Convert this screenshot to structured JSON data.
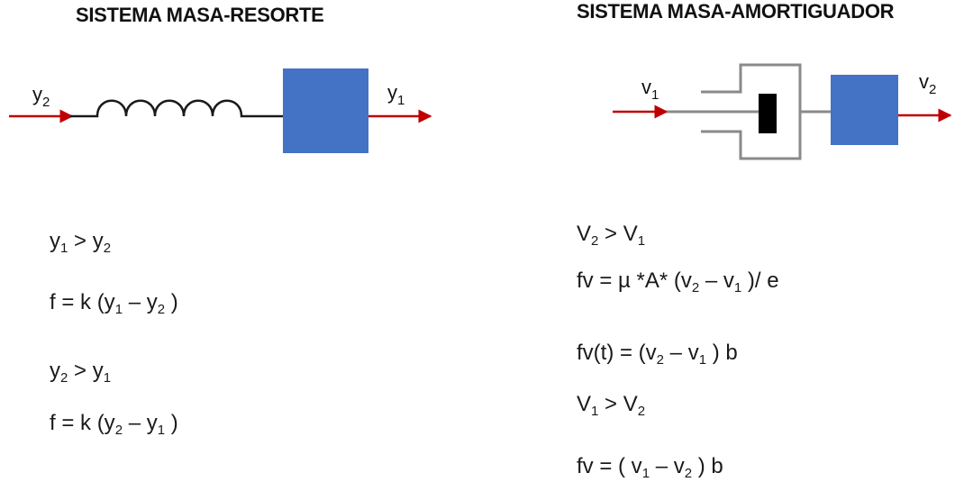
{
  "titles": {
    "left": "SISTEMA MASA-RESORTE",
    "right": "SISTEMA MASA-AMORTIGUADOR"
  },
  "left_diagram": {
    "input_var": "y",
    "input_sub": "2",
    "output_var": "y",
    "output_sub": "1"
  },
  "right_diagram": {
    "input_var": "v",
    "input_sub": "1",
    "output_var": "v",
    "output_sub": "2"
  },
  "colors": {
    "mass": "#4472c4",
    "arrow": "#c00000",
    "piston": "#000000",
    "line": "#555555"
  },
  "left_equations": [
    {
      "id": "cond-1",
      "parts": [
        "y",
        "1",
        " > y",
        "2",
        ""
      ]
    },
    {
      "id": "law-1",
      "parts": [
        "f = k (y",
        "1",
        " – y",
        "2",
        " )"
      ]
    },
    {
      "id": "cond-2",
      "parts": [
        "y",
        "2",
        " > y",
        "1",
        ""
      ]
    },
    {
      "id": "law-2",
      "parts": [
        "f = k (y",
        "2",
        " – y",
        "1",
        " )"
      ]
    }
  ],
  "right_equations": [
    {
      "id": "cond-1",
      "parts": [
        "V",
        "2",
        " > V",
        "1",
        ""
      ]
    },
    {
      "id": "law-1",
      "parts": [
        "fv  = µ *A* (v",
        "2",
        "  – v",
        "1",
        " )/ e"
      ]
    },
    {
      "id": "law-2",
      "parts": [
        "fv(t) = (v",
        "2",
        "  – v",
        "1",
        "  ) b"
      ]
    },
    {
      "id": "cond-2",
      "parts": [
        "V",
        "1",
        " > V",
        "2",
        ""
      ]
    },
    {
      "id": "law-3",
      "parts": [
        "fv =  ( v",
        "1",
        " – v",
        "2",
        " ) b"
      ]
    }
  ]
}
